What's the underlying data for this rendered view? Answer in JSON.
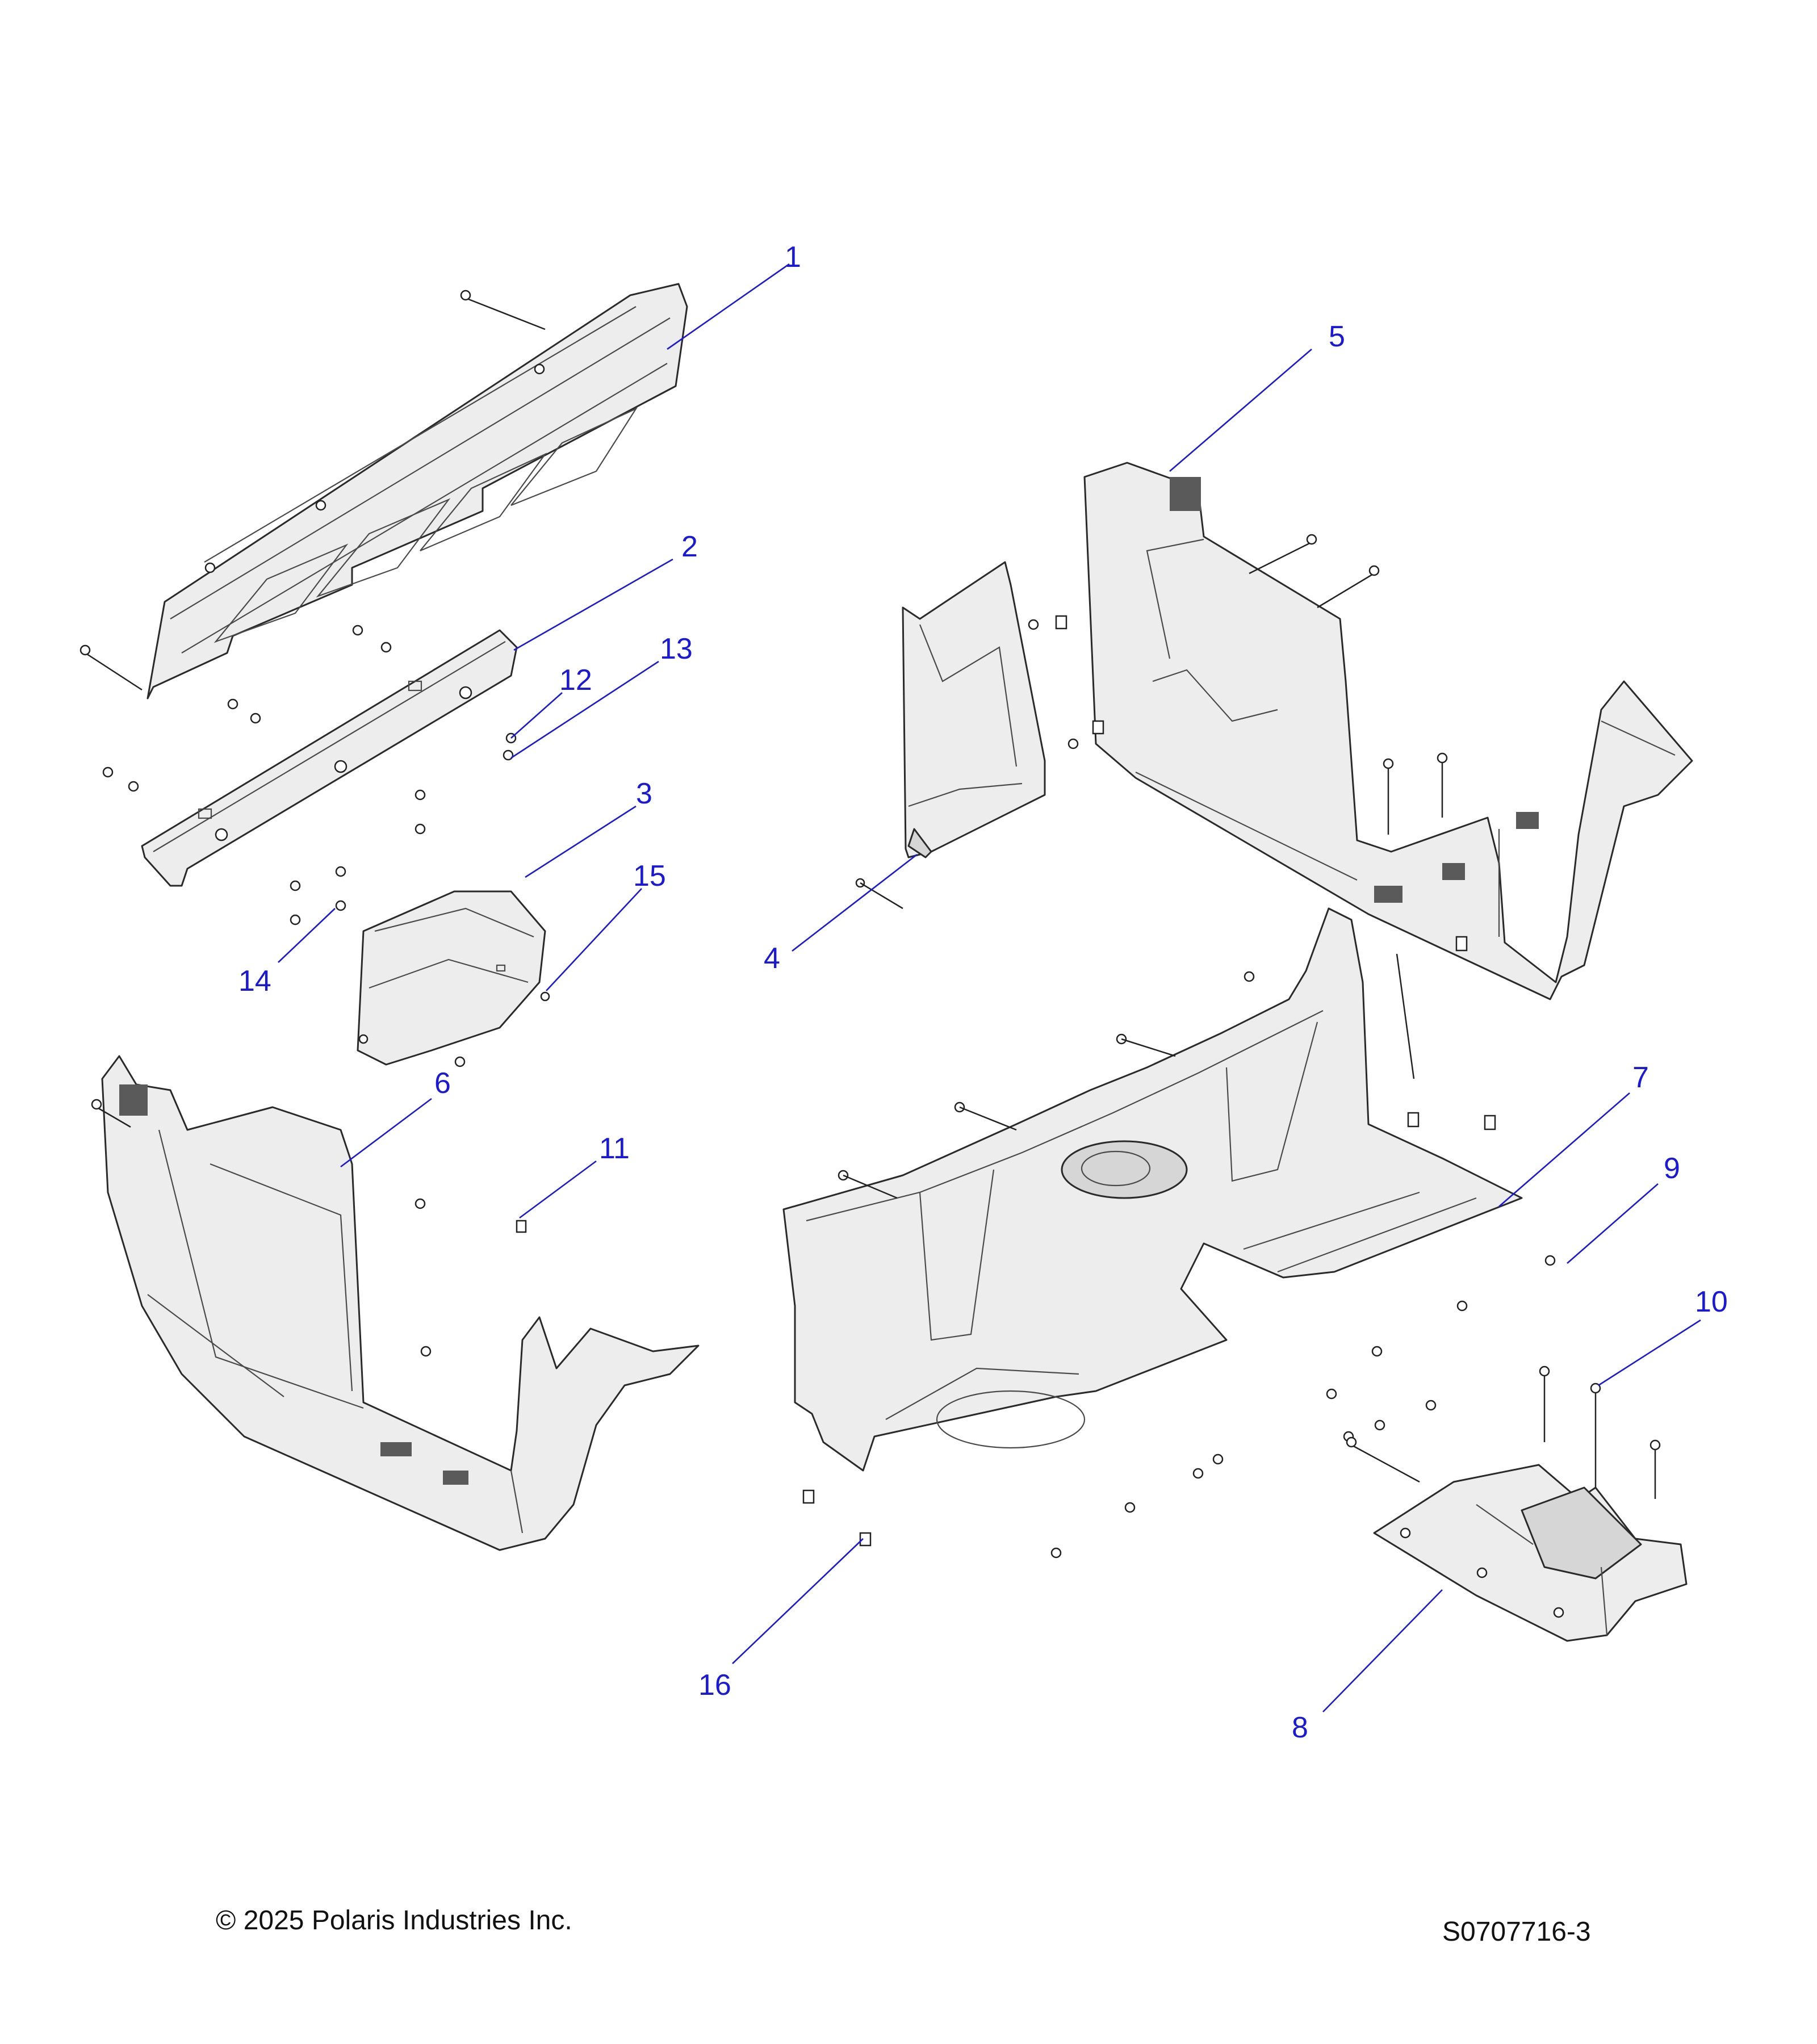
{
  "diagram": {
    "callouts": [
      {
        "id": "callout-1",
        "label": "1"
      },
      {
        "id": "callout-2",
        "label": "2"
      },
      {
        "id": "callout-3",
        "label": "3"
      },
      {
        "id": "callout-4",
        "label": "4"
      },
      {
        "id": "callout-5",
        "label": "5"
      },
      {
        "id": "callout-6",
        "label": "6"
      },
      {
        "id": "callout-7",
        "label": "7"
      },
      {
        "id": "callout-8",
        "label": "8"
      },
      {
        "id": "callout-9",
        "label": "9"
      },
      {
        "id": "callout-10",
        "label": "10"
      },
      {
        "id": "callout-11",
        "label": "11"
      },
      {
        "id": "callout-12",
        "label": "12"
      },
      {
        "id": "callout-13",
        "label": "13"
      },
      {
        "id": "callout-14",
        "label": "14"
      },
      {
        "id": "callout-15",
        "label": "15"
      },
      {
        "id": "callout-16",
        "label": "16"
      }
    ],
    "callout_color": "#1a1ad6"
  },
  "footer": {
    "copyright": "© 2025 Polaris Industries Inc.",
    "figure_id": "S0707716-3"
  }
}
